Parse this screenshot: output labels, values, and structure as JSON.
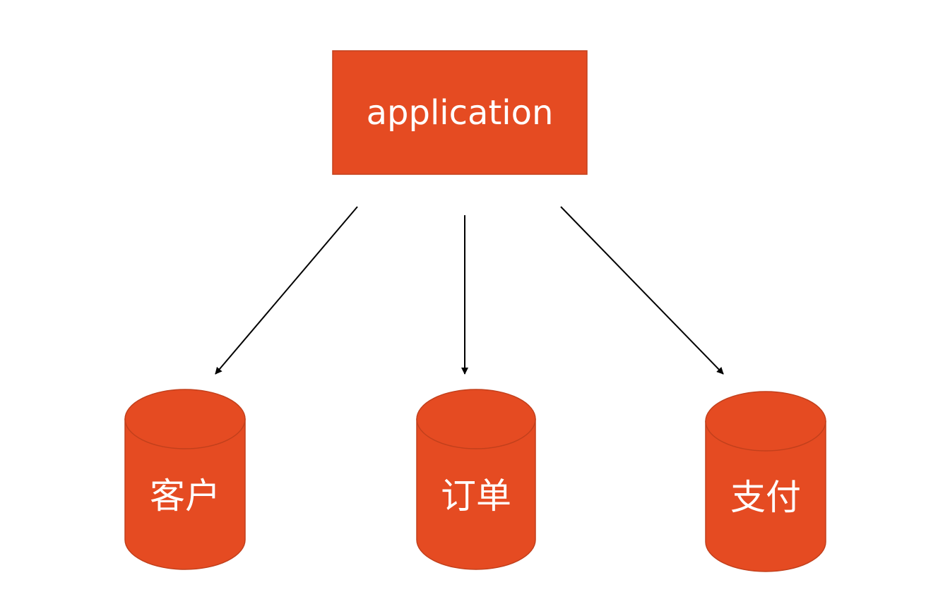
{
  "colors": {
    "node_fill": "#E54B22",
    "node_stroke": "#C2401C",
    "node_text": "#FFFFFF",
    "arrow": "#000000",
    "background": "#FFFFFF"
  },
  "app_node": {
    "label": "application",
    "shape": "rectangle"
  },
  "databases": [
    {
      "label": "客户",
      "shape": "cylinder"
    },
    {
      "label": "订单",
      "shape": "cylinder"
    },
    {
      "label": "支付",
      "shape": "cylinder"
    }
  ],
  "edges": [
    {
      "from": "application",
      "to": "客户"
    },
    {
      "from": "application",
      "to": "订单"
    },
    {
      "from": "application",
      "to": "支付"
    }
  ]
}
